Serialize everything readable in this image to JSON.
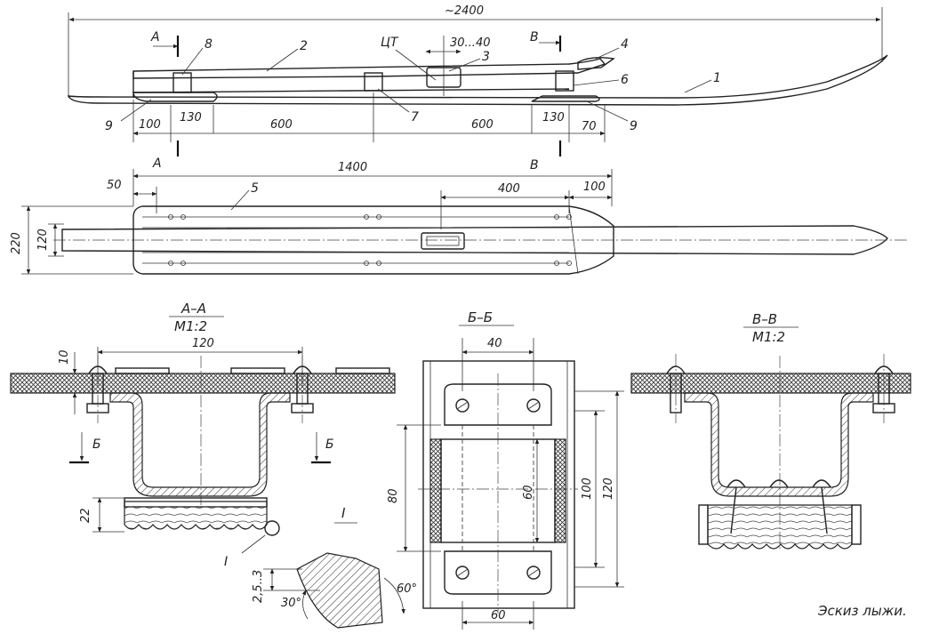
{
  "caption": "Эскиз лыжи.",
  "top_view": {
    "overall_length": "~2400",
    "dim_30_40": "30...40",
    "cg_label": "ЦТ",
    "dims_bottom": [
      "100",
      "130",
      "600",
      "600",
      "130",
      "70"
    ],
    "part_numbers": [
      "1",
      "2",
      "3",
      "4",
      "6",
      "7",
      "8",
      "9",
      "9"
    ],
    "section_marks": [
      "А",
      "А",
      "В",
      "В"
    ]
  },
  "plan_view": {
    "length": "1400",
    "dim_50": "50",
    "dim_400": "400",
    "dim_100": "100",
    "width_220": "220",
    "width_120": "120",
    "part_number": "5"
  },
  "section_aa": {
    "title": "А–А",
    "scale": "М1:2",
    "dim_120": "120",
    "dim_10": "10",
    "dim_22": "22",
    "cut_label_1": "Б",
    "cut_label_2": "Б",
    "detail_ref": "I"
  },
  "section_bb": {
    "title": "Б–Б",
    "dim_40": "40",
    "dim_80": "80",
    "dim_60_inner": "60",
    "dim_100": "100",
    "dim_120": "120",
    "dim_60_bottom": "60"
  },
  "section_vv": {
    "title": "В–В",
    "scale": "М1:2"
  },
  "detail_i": {
    "label": "I",
    "dim_25_3": "2,5..3",
    "angle_30": "30°",
    "angle_60": "60°"
  }
}
